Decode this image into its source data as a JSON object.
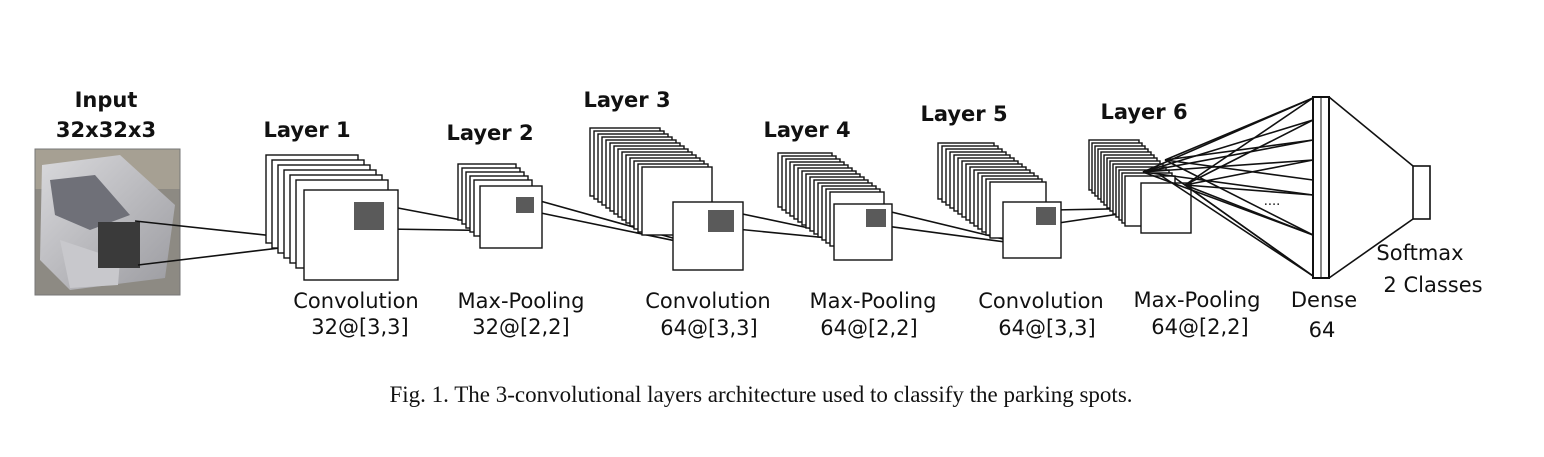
{
  "input": {
    "title_line1": "Input",
    "title_line2": "32x32x3"
  },
  "layers": [
    {
      "title": "Layer 1",
      "type": "Convolution",
      "spec": "32@[3,3]"
    },
    {
      "title": "Layer 2",
      "type": "Max-Pooling",
      "spec": "32@[2,2]"
    },
    {
      "title": "Layer 3",
      "type": "Convolution",
      "spec": "64@[3,3]"
    },
    {
      "title": "Layer 4",
      "type": "Max-Pooling",
      "spec": "64@[2,2]"
    },
    {
      "title": "Layer 5",
      "type": "Convolution",
      "spec": "64@[3,3]"
    },
    {
      "title": "Layer 6",
      "type": "Max-Pooling",
      "spec": "64@[2,2]"
    }
  ],
  "dense": {
    "label": "Dense",
    "units": "64",
    "ellipsis": "...."
  },
  "softmax": {
    "label": "Softmax",
    "classes": "2 Classes"
  },
  "caption": "Fig. 1.  The 3-convolutional layers architecture used to classify the parking spots."
}
